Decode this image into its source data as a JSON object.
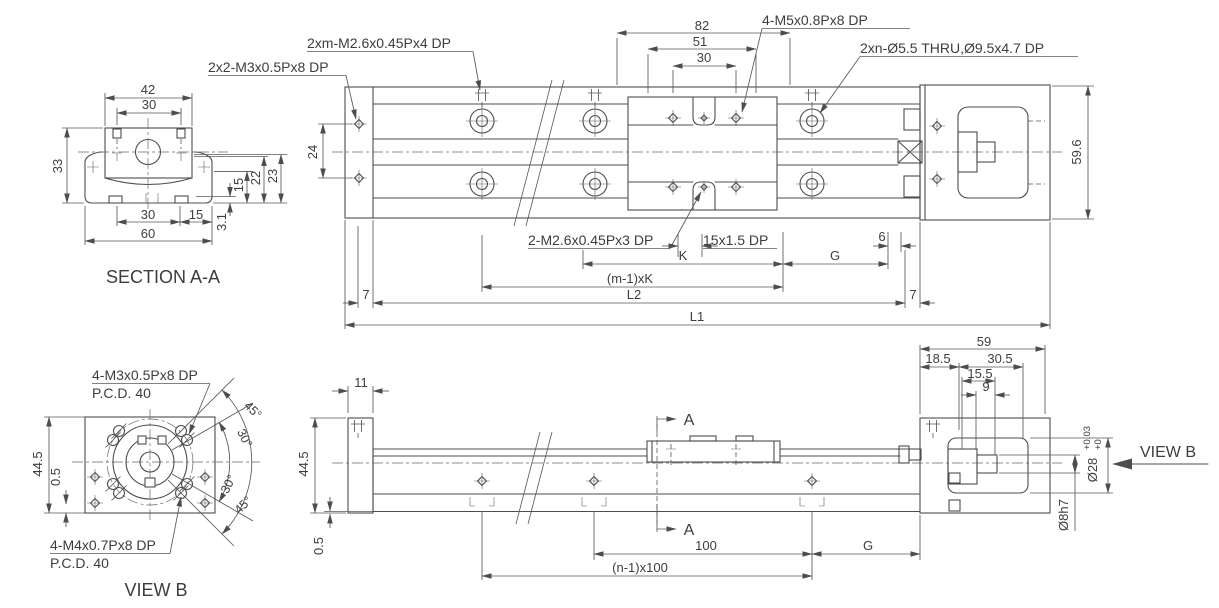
{
  "section_aa": {
    "title": "SECTION A-A",
    "d42": "42",
    "d30_top": "30",
    "d33": "33",
    "d15_side": "15",
    "d22": "22",
    "d23": "23",
    "d3_1": "3.1",
    "d30_bottom": "30",
    "d15_bottom": "15",
    "d60": "60"
  },
  "plan": {
    "label_side_screws": "2xm-M2.6x0.45Px4 DP",
    "label_end_screws": "2x2-M3x0.5Px8 DP",
    "label_carriage_screws": "4-M5x0.8Px8 DP",
    "label_counterbore": "2xn-Ø5.5 THRU,Ø9.5x4.7 DP",
    "label_center_screws": "2-M2.6x0.45Px3 DP",
    "label_keyway": "15x1.5 DP",
    "d82": "82",
    "d51": "51",
    "d30": "30",
    "d24": "24",
    "d59_6": "59.6",
    "dK": "K",
    "dG": "G",
    "d6": "6",
    "d_mk": "(m-1)xK",
    "dL2": "L2",
    "d7_left": "7",
    "d7_right": "7",
    "dL1": "L1"
  },
  "side": {
    "d11": "11",
    "d44_5": "44.5",
    "d0_5": "0.5",
    "section_marker": "A",
    "d100": "100",
    "d_n100": "(n-1)x100",
    "dG": "G",
    "d59": "59",
    "d18_5": "18.5",
    "d30_5": "30.5",
    "d15_5": "15.5",
    "d9": "9",
    "d_shaft": "Ø8h7",
    "d_pilot": "Ø28",
    "d_pilot_tol_upper": "+0.03",
    "d_pilot_tol_lower": "+0",
    "view_label": "VIEW B"
  },
  "view_b": {
    "title": "VIEW B",
    "label_m3": "4-M3x0.5Px8 DP",
    "label_m3_pcd": "P.C.D. 40",
    "label_m4": "4-M4x0.7Px8 DP",
    "label_m4_pcd": "P.C.D. 40",
    "d44_5": "44.5",
    "d0_5": "0.5",
    "a45_top": "45°",
    "a30_top": "30°",
    "a30_bottom": "30°",
    "a45_bottom": "45°"
  }
}
